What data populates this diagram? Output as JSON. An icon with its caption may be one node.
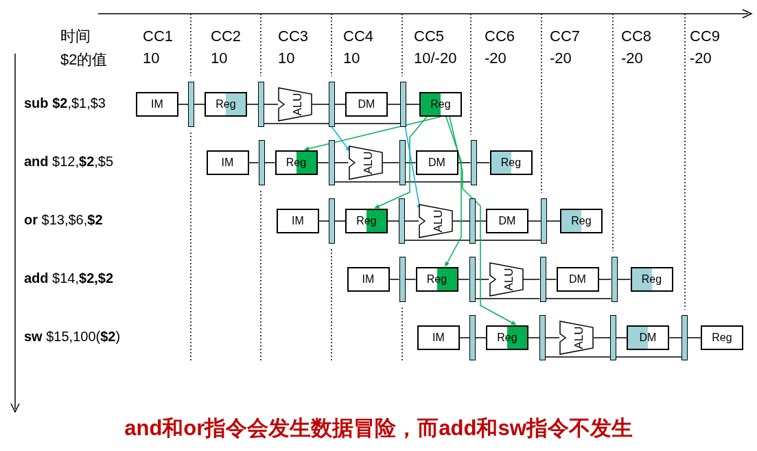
{
  "diagram": {
    "caption": "and和or指令会发生数据冒险，而add和sw指令不发生",
    "nodes": [
      {
        "text": [
          "IM"
        ]
      },
      {
        "text": [],
        "shape": "bar"
      },
      {
        "text": [
          "Reg"
        ]
      },
      {
        "text": [],
        "shape": "bar"
      },
      {
        "text": [
          "ALU"
        ]
      },
      {
        "text": [],
        "shape": "bar"
      },
      {
        "text": [
          "DM"
        ]
      },
      {
        "text": [],
        "shape": "bar"
      },
      {
        "text": [
          "Reg"
        ]
      },
      {
        "text": [
          "IM"
        ]
      },
      {
        "text": [],
        "shape": "bar"
      },
      {
        "text": [
          "Reg"
        ]
      },
      {
        "text": [],
        "shape": "bar"
      },
      {
        "text": [
          "ALU"
        ]
      },
      {
        "text": [],
        "shape": "bar"
      },
      {
        "text": [
          "DM"
        ]
      },
      {
        "text": [],
        "shape": "bar"
      },
      {
        "text": [
          "Reg"
        ]
      },
      {
        "text": [
          "IM"
        ]
      },
      {
        "text": [],
        "shape": "bar"
      },
      {
        "text": [
          "Reg"
        ]
      },
      {
        "text": [],
        "shape": "bar"
      },
      {
        "text": [
          "ALU"
        ]
      },
      {
        "text": [],
        "shape": "bar"
      },
      {
        "text": [
          "DM"
        ]
      },
      {
        "text": [],
        "shape": "bar"
      },
      {
        "text": [
          "Reg"
        ]
      },
      {
        "text": [
          "IM"
        ]
      },
      {
        "text": [],
        "shape": "bar"
      },
      {
        "text": [
          "Reg"
        ]
      },
      {
        "text": [],
        "shape": "bar"
      },
      {
        "text": [
          "ALU"
        ]
      },
      {
        "text": [],
        "shape": "bar"
      },
      {
        "text": [
          "DM"
        ]
      },
      {
        "text": [],
        "shape": "bar"
      },
      {
        "text": [
          "Reg"
        ]
      },
      {
        "text": [
          "IM"
        ]
      },
      {
        "text": [],
        "shape": "bar"
      },
      {
        "text": [
          "Reg"
        ]
      },
      {
        "text": [],
        "shape": "bar"
      },
      {
        "text": [
          "ALU"
        ]
      },
      {
        "text": [],
        "shape": "bar"
      },
      {
        "text": [
          "DM"
        ]
      },
      {
        "text": [],
        "shape": "bar"
      },
      {
        "text": [
          "Reg"
        ]
      }
    ],
    "edges": [
      {
        "from": 0,
        "to": 1,
        "arrow": "none"
      },
      {
        "from": 1,
        "to": 2,
        "arrow": "none"
      },
      {
        "from": 2,
        "to": 3,
        "arrow": "none"
      },
      {
        "from": 3,
        "to": 4,
        "arrow": "none"
      },
      {
        "from": 4,
        "to": 5,
        "arrow": "none"
      },
      {
        "from": 5,
        "to": 6,
        "arrow": "none"
      },
      {
        "from": 6,
        "to": 7,
        "arrow": "none"
      },
      {
        "from": 7,
        "to": 8,
        "arrow": "none"
      },
      {
        "from": 3,
        "to": 5,
        "arrow": "none"
      },
      {
        "from": 5,
        "to": 7,
        "arrow": "none"
      },
      {
        "from": 9,
        "to": 10,
        "arrow": "none"
      },
      {
        "from": 10,
        "to": 11,
        "arrow": "none"
      },
      {
        "from": 11,
        "to": 12,
        "arrow": "none"
      },
      {
        "from": 12,
        "to": 13,
        "arrow": "none"
      },
      {
        "from": 13,
        "to": 14,
        "arrow": "none"
      },
      {
        "from": 14,
        "to": 15,
        "arrow": "none"
      },
      {
        "from": 15,
        "to": 16,
        "arrow": "none"
      },
      {
        "from": 16,
        "to": 17,
        "arrow": "none"
      },
      {
        "from": 12,
        "to": 14,
        "arrow": "none"
      },
      {
        "from": 14,
        "to": 16,
        "arrow": "none"
      },
      {
        "from": 18,
        "to": 19,
        "arrow": "none"
      },
      {
        "from": 19,
        "to": 20,
        "arrow": "none"
      },
      {
        "from": 20,
        "to": 21,
        "arrow": "none"
      },
      {
        "from": 21,
        "to": 22,
        "arrow": "none"
      },
      {
        "from": 22,
        "to": 23,
        "arrow": "none"
      },
      {
        "from": 23,
        "to": 24,
        "arrow": "none"
      },
      {
        "from": 24,
        "to": 25,
        "arrow": "none"
      },
      {
        "from": 25,
        "to": 26,
        "arrow": "none"
      },
      {
        "from": 21,
        "to": 23,
        "arrow": "none"
      },
      {
        "from": 23,
        "to": 25,
        "arrow": "none"
      },
      {
        "from": 27,
        "to": 28,
        "arrow": "none"
      },
      {
        "from": 28,
        "to": 29,
        "arrow": "none"
      },
      {
        "from": 29,
        "to": 30,
        "arrow": "none"
      },
      {
        "from": 30,
        "to": 31,
        "arrow": "none"
      },
      {
        "from": 31,
        "to": 32,
        "arrow": "none"
      },
      {
        "from": 32,
        "to": 33,
        "arrow": "none"
      },
      {
        "from": 33,
        "to": 34,
        "arrow": "none"
      },
      {
        "from": 34,
        "to": 35,
        "arrow": "none"
      },
      {
        "from": 30,
        "to": 32,
        "arrow": "none"
      },
      {
        "from": 32,
        "to": 34,
        "arrow": "none"
      },
      {
        "from": 36,
        "to": 37,
        "arrow": "none"
      },
      {
        "from": 37,
        "to": 38,
        "arrow": "none"
      },
      {
        "from": 38,
        "to": 39,
        "arrow": "none"
      },
      {
        "from": 39,
        "to": 40,
        "arrow": "none"
      },
      {
        "from": 40,
        "to": 41,
        "arrow": "none"
      },
      {
        "from": 41,
        "to": 42,
        "arrow": "none"
      },
      {
        "from": 42,
        "to": 43,
        "arrow": "none"
      },
      {
        "from": 43,
        "to": 44,
        "arrow": "none"
      },
      {
        "from": 39,
        "to": 41,
        "arrow": "none"
      },
      {
        "from": 41,
        "to": 43,
        "arrow": "none"
      },
      {
        "from": 8,
        "to": 11,
        "arrow": "to",
        "color": "#00b050"
      },
      {
        "from": 8,
        "to": 20,
        "arrow": "to",
        "color": "#00b050"
      },
      {
        "from": 8,
        "to": 29,
        "arrow": "to",
        "color": "#00b050"
      },
      {
        "from": 8,
        "to": 38,
        "arrow": "to",
        "color": "#00b050"
      },
      {
        "from": 5,
        "to": 13,
        "arrow": "to",
        "color": "#00b0f0"
      },
      {
        "from": 7,
        "to": 22,
        "arrow": "to",
        "color": "#00b0f0"
      }
    ],
    "labels": [
      "时间",
      "CC1",
      "CC2",
      "CC3",
      "CC4",
      "CC5",
      "CC6",
      "CC7",
      "CC8",
      "CC9",
      "$2的值",
      "10",
      "10",
      "10",
      "10",
      "10/-20",
      "-20",
      "-20",
      "-20",
      "-20",
      "**sub** **$2**,$1,$3",
      "**and** $12,**$2**,$5",
      "**or** $13,$6,**$2**",
      "**add** $14,**$2,$2**",
      "**sw** $15,100(**$2**)"
    ]
  }
}
